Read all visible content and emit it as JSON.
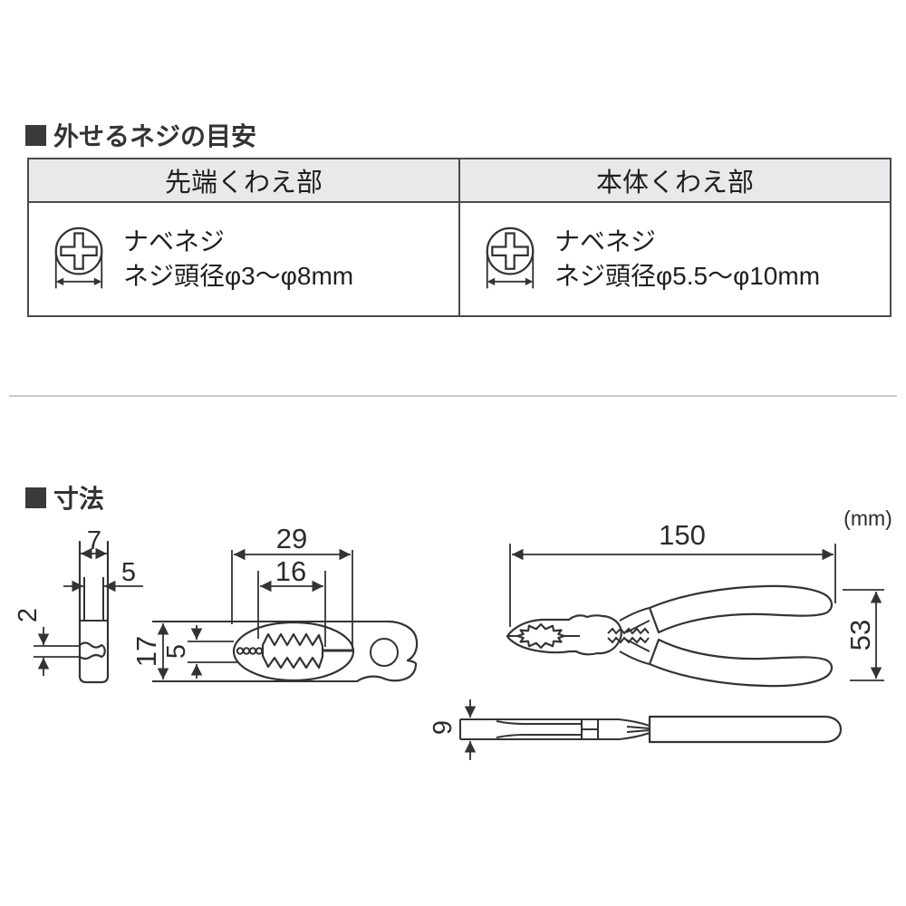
{
  "colors": {
    "line": "#333333",
    "text": "#2b2b2b",
    "table_border": "#4a4a4a",
    "table_header_bg": "#e9e9eb",
    "divider": "#cbcbcb",
    "handle_fill": "#efefef"
  },
  "screw_guide": {
    "title": "外せるネジの目安",
    "table": {
      "headers": [
        "先端くわえ部",
        "本体くわえ部"
      ],
      "cells": [
        {
          "screw_type": "ナベネジ",
          "size_range": "ネジ頭径φ3～φ8mm"
        },
        {
          "screw_type": "ナベネジ",
          "size_range": "ネジ頭径φ5.5～φ10mm"
        }
      ]
    }
  },
  "dimensions": {
    "title": "寸法",
    "unit_label": "(mm)",
    "front_view": {
      "jaw_width": "7",
      "inner_width": "5",
      "tip_thickness": "2"
    },
    "jaw_view": {
      "jaw_length": "29",
      "serration_length": "16",
      "head_height": "17",
      "jaw_opening": "5"
    },
    "side_view": {
      "overall_length": "150",
      "handle_spread": "53"
    },
    "top_view": {
      "body_thickness": "9"
    }
  }
}
